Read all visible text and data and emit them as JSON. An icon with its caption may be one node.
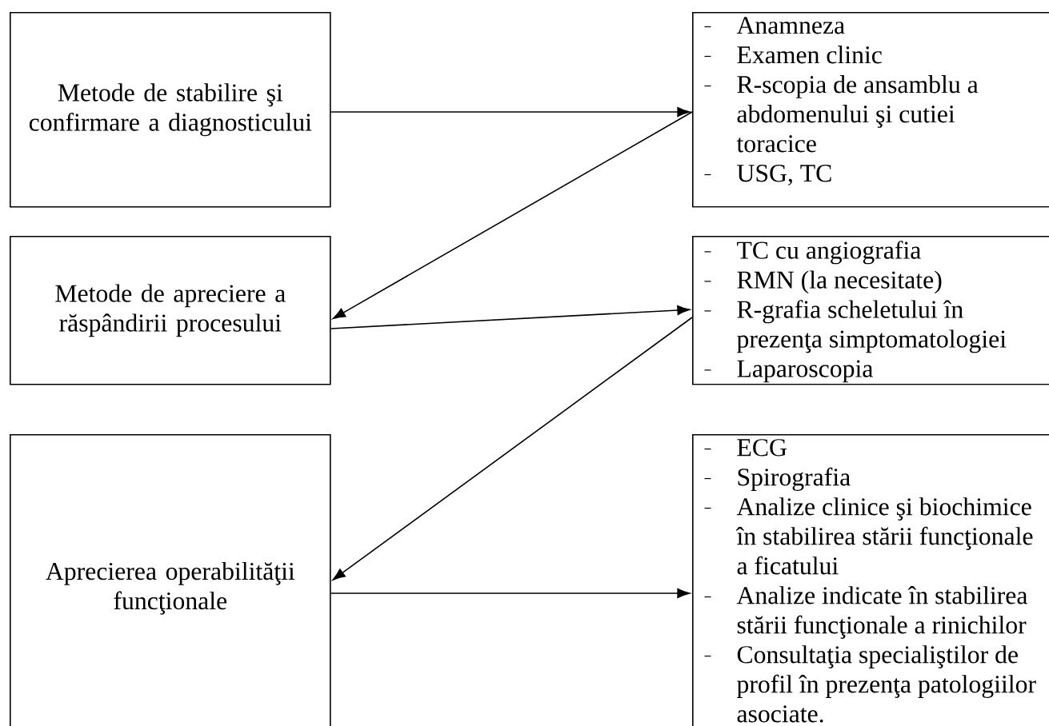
{
  "diagram": {
    "nodes": [
      {
        "text": [
          "Metode de stabilire şi confirmare a diagnosticului"
        ]
      },
      {
        "text": [
          "Metode de apreciere a răspândirii procesului"
        ]
      },
      {
        "text": [
          "Aprecierea operabilităţii funcţionale"
        ]
      },
      {
        "text": [
          "Anamneza",
          "Examen clinic",
          "R-scopia de ansamblu a abdomenului şi cutiei toracice",
          "USG, TC"
        ]
      },
      {
        "text": [
          "TC cu angiografia",
          "RMN (la necesitate)",
          "R-grafia scheletului în prezenţa simptomatologiei",
          "Laparoscopia"
        ]
      },
      {
        "text": [
          "ECG",
          "Spirografia",
          "Analize clinice şi biochimice în stabilirea stării funcţionale a ficatului",
          "Analize indicate în stabilirea stării funcţionale a rinichilor",
          "Consultaţia specialiştilor de profil în prezenţa patologiilor asociate."
        ]
      }
    ],
    "edges": [
      {
        "from": 0,
        "to": 3,
        "arrow": "to"
      },
      {
        "from": 3,
        "to": 1,
        "arrow": "to"
      },
      {
        "from": 1,
        "to": 4,
        "arrow": "to"
      },
      {
        "from": 4,
        "to": 2,
        "arrow": "to"
      },
      {
        "from": 2,
        "to": 5,
        "arrow": "to"
      }
    ]
  }
}
